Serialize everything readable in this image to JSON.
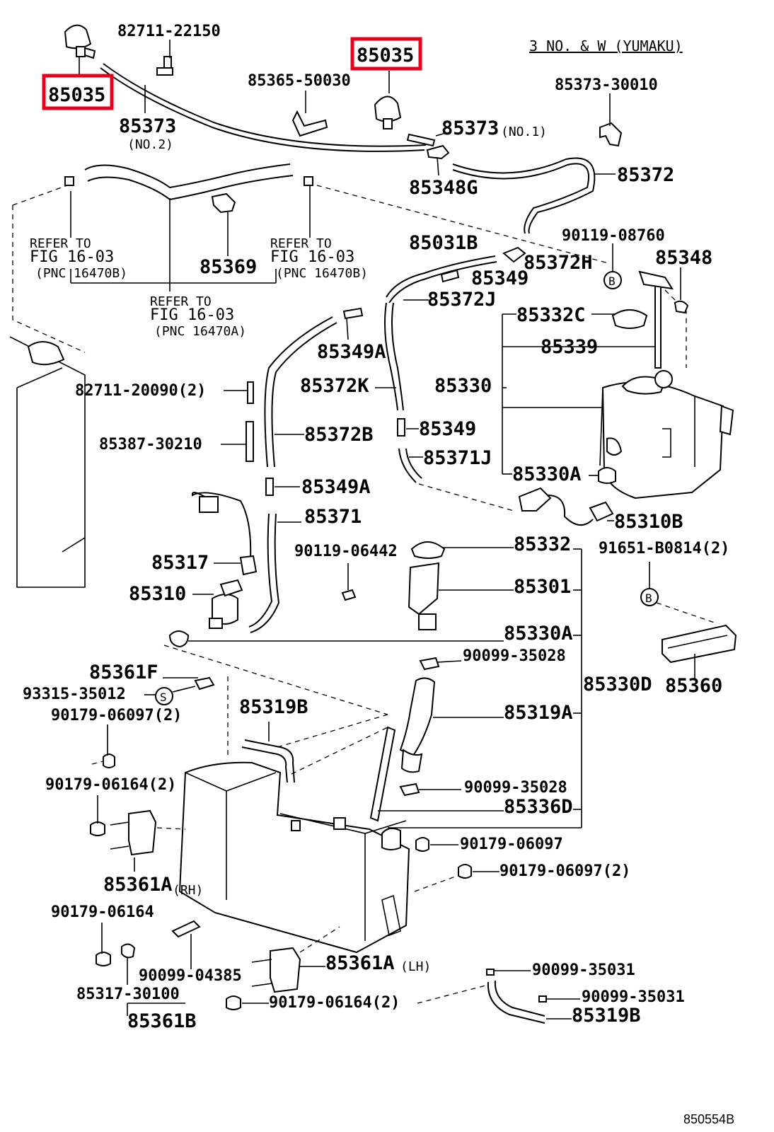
{
  "header_note": "3 NO. & W (YUMAKU)",
  "footer_code": "850554B",
  "highlight_color": "#e8001c",
  "refer": {
    "left": [
      "REFER TO",
      "FIG 16-03",
      "(PNC 16470B)"
    ],
    "right": [
      "REFER TO",
      "FIG 16-03",
      "(PNC 16470B)"
    ],
    "center": [
      "REFER TO",
      "FIG 16-03",
      "(PNC 16470A)"
    ]
  },
  "callouts": {
    "b": "B",
    "s": "S"
  },
  "labels": {
    "p85035_left": "85035",
    "p85035_top": "85035",
    "p82711_22150": "82711-22150",
    "p85365_50030": "85365-50030",
    "p85373_30010": "85373-30010",
    "p85373_no2": "85373",
    "no2": "(NO.2)",
    "p85373_no1": "85373",
    "no1": "(NO.1)",
    "p85348G": "85348G",
    "p85372": "85372",
    "p85369": "85369",
    "p85031B": "85031B",
    "p85372H": "85372H",
    "p90119_08760": "90119-08760",
    "p85348": "85348",
    "p85349_top": "85349",
    "p85372J": "85372J",
    "p85332C": "85332C",
    "p85339": "85339",
    "p85349A_top": "85349A",
    "p85330": "85330",
    "p82711_20090": "82711-20090(2)",
    "p85372K": "85372K",
    "p85349_mid": "85349",
    "p85387_30210": "85387-30210",
    "p85372B": "85372B",
    "p85371J": "85371J",
    "p85330A_top": "85330A",
    "p85349A_mid": "85349A",
    "p85310B": "85310B",
    "p85371": "85371",
    "p85332": "85332",
    "p91651_B0814": "91651-B0814(2)",
    "p85317": "85317",
    "p90119_06442": "90119-06442",
    "p85301": "85301",
    "p85310": "85310",
    "p85330A_mid": "85330A",
    "p90099_35028_a": "90099-35028",
    "p85361F": "85361F",
    "p85330D": "85330D",
    "p85360": "85360",
    "p93315_35012": "93315-35012",
    "p85319A": "85319A",
    "p90179_06097_2a": "90179-06097(2)",
    "p85319B_top": "85319B",
    "p90179_06164_2a": "90179-06164(2)",
    "p90099_35028_b": "90099-35028",
    "p85336D": "85336D",
    "p90179_06097": "90179-06097",
    "p90179_06097_2b": "90179-06097(2)",
    "p85361A_rh": "85361A",
    "rh": "(RH)",
    "p90179_06164": "90179-06164",
    "p85361A_lh": "85361A",
    "lh": "(LH)",
    "p90099_35031_a": "90099-35031",
    "p90099_04385": "90099-04385",
    "p90099_35031_b": "90099-35031",
    "p85317_30100": "85317-30100",
    "p90179_06164_2b": "90179-06164(2)",
    "p85319B_bottom": "85319B",
    "p85361B": "85361B"
  }
}
